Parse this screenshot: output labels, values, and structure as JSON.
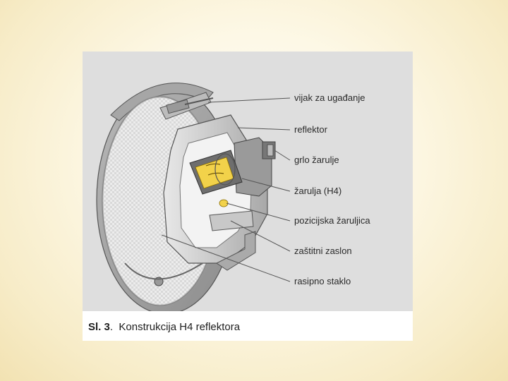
{
  "figure": {
    "labels": [
      "vijak za ugađanje",
      "reflektor",
      "grlo žarulje",
      "žarulja (H4)",
      "pozicijska žaruljica",
      "zaštitni zaslon",
      "rasipno staklo"
    ],
    "caption": {
      "number": "Sl. 3",
      "separator": ".",
      "text": "Konstrukcija H4 reflektora"
    }
  },
  "colors": {
    "panel_background": "#dedede",
    "lamp_yellow": "#f2d24a",
    "leader_line": "#555555"
  }
}
